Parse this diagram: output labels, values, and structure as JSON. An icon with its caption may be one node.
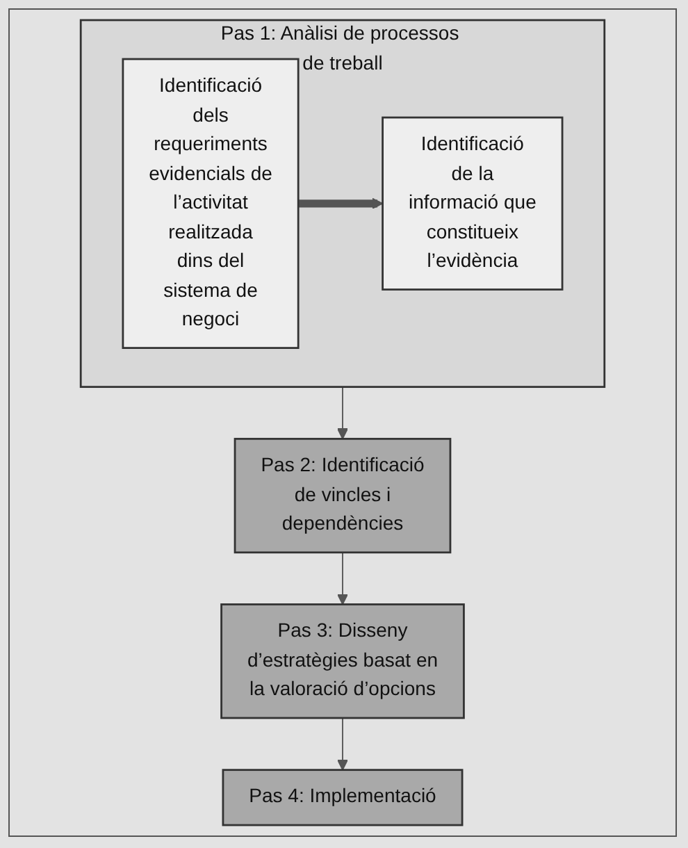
{
  "diagram": {
    "nodes": [
      {
        "text": [
          "Pas 1: Anàlisi de processos de treball"
        ]
      },
      {
        "text": [
          "Identificació dels requeriments evidencials de l’activitat realitzada dins del sistema de negoci"
        ],
        "in": 0
      },
      {
        "text": [
          "Identificació de la informació que constitueix l’evidència"
        ],
        "in": 0
      },
      {
        "text": [
          "Pas 2: Identificació de vincles i dependències"
        ]
      },
      {
        "text": [
          "Pas 3: Disseny d’estratègies basat en la valoració d’opcions"
        ]
      },
      {
        "text": [
          "Pas 4: Implementació"
        ]
      }
    ],
    "edges": [
      {
        "from": 1,
        "to": 2,
        "arrow": "to",
        "style": "thick"
      },
      {
        "from": 0,
        "to": 3,
        "arrow": "to"
      },
      {
        "from": 3,
        "to": 4,
        "arrow": "to"
      },
      {
        "from": 4,
        "to": 5,
        "arrow": "to"
      }
    ]
  }
}
